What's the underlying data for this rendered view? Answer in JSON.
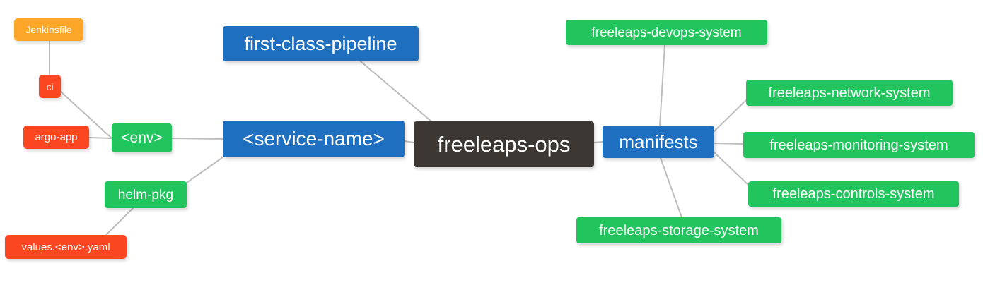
{
  "diagram": {
    "type": "mindmap",
    "title": "freeleaps-ops",
    "background": "#ffffff",
    "edge_color": "#bdbdbd",
    "palette": {
      "root_dark": "#3c3733",
      "blue": "#1f6fc0",
      "green": "#22c55d",
      "orange": "#fca72a",
      "red_orange": "#fb4721"
    },
    "nodes": [
      {
        "id": "freeleaps-ops",
        "label": "freeleaps-ops",
        "color": "#3c3733"
      },
      {
        "id": "service-name",
        "label": "<service-name>",
        "color": "#1f6fc0"
      },
      {
        "id": "first-class-pipeline",
        "label": "first-class-pipeline",
        "color": "#1f6fc0"
      },
      {
        "id": "manifests",
        "label": "manifests",
        "color": "#1f6fc0"
      },
      {
        "id": "env",
        "label": "<env>",
        "color": "#22c55d"
      },
      {
        "id": "helm-pkg",
        "label": "helm-pkg",
        "color": "#22c55d"
      },
      {
        "id": "jenkinsfile",
        "label": "Jenkinsfile",
        "color": "#fca72a"
      },
      {
        "id": "ci",
        "label": "ci",
        "color": "#fb4721"
      },
      {
        "id": "argo-app",
        "label": "argo-app",
        "color": "#fb4721"
      },
      {
        "id": "values-env-yaml",
        "label": "values.<env>.yaml",
        "color": "#fb4721"
      },
      {
        "id": "freeleaps-devops-system",
        "label": "freeleaps-devops-system",
        "color": "#22c55d"
      },
      {
        "id": "freeleaps-network-system",
        "label": "freeleaps-network-system",
        "color": "#22c55d"
      },
      {
        "id": "freeleaps-monitoring-system",
        "label": "freeleaps-monitoring-system",
        "color": "#22c55d"
      },
      {
        "id": "freeleaps-controls-system",
        "label": "freeleaps-controls-system",
        "color": "#22c55d"
      },
      {
        "id": "freeleaps-storage-system",
        "label": "freeleaps-storage-system",
        "color": "#22c55d"
      }
    ],
    "edges": [
      {
        "from": "freeleaps-ops",
        "to": "service-name"
      },
      {
        "from": "freeleaps-ops",
        "to": "first-class-pipeline"
      },
      {
        "from": "freeleaps-ops",
        "to": "manifests"
      },
      {
        "from": "service-name",
        "to": "env"
      },
      {
        "from": "service-name",
        "to": "helm-pkg"
      },
      {
        "from": "env",
        "to": "ci"
      },
      {
        "from": "env",
        "to": "argo-app"
      },
      {
        "from": "ci",
        "to": "jenkinsfile"
      },
      {
        "from": "helm-pkg",
        "to": "values-env-yaml"
      },
      {
        "from": "manifests",
        "to": "freeleaps-devops-system"
      },
      {
        "from": "manifests",
        "to": "freeleaps-network-system"
      },
      {
        "from": "manifests",
        "to": "freeleaps-monitoring-system"
      },
      {
        "from": "manifests",
        "to": "freeleaps-controls-system"
      },
      {
        "from": "manifests",
        "to": "freeleaps-storage-system"
      }
    ]
  }
}
